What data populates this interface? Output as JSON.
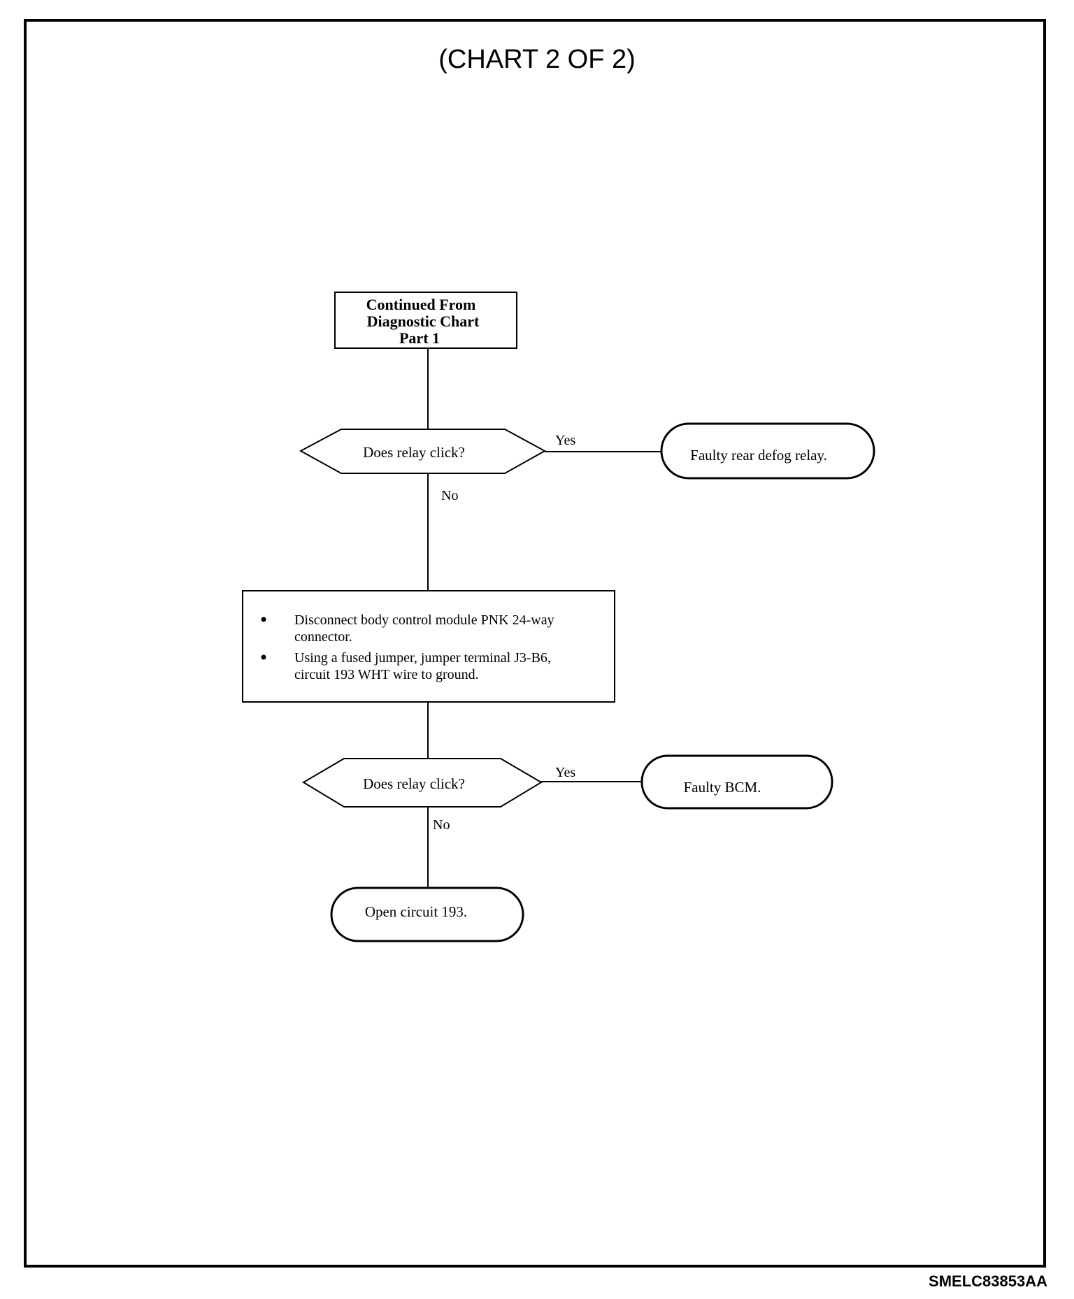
{
  "title": "(CHART 2 OF 2)",
  "reference_code": "SMELC83853AA",
  "nodes": {
    "start": {
      "lines": [
        "Continued From",
        "Diagnostic Chart",
        "Part 1"
      ]
    },
    "decision1": {
      "text": "Does relay click?"
    },
    "result1": {
      "text": "Faulty rear defog relay."
    },
    "step": {
      "bullets": [
        [
          "Disconnect body control module PNK 24-way",
          "connector."
        ],
        [
          "Using a fused jumper, jumper terminal J3-B6,",
          "circuit 193 WHT wire to ground."
        ]
      ]
    },
    "decision2": {
      "text": "Does relay click?"
    },
    "result2": {
      "text": "Faulty BCM."
    },
    "result3": {
      "text": "Open circuit 193."
    }
  },
  "edges": {
    "d1_yes": "Yes",
    "d1_no": "No",
    "d2_yes": "Yes",
    "d2_no": "No"
  }
}
